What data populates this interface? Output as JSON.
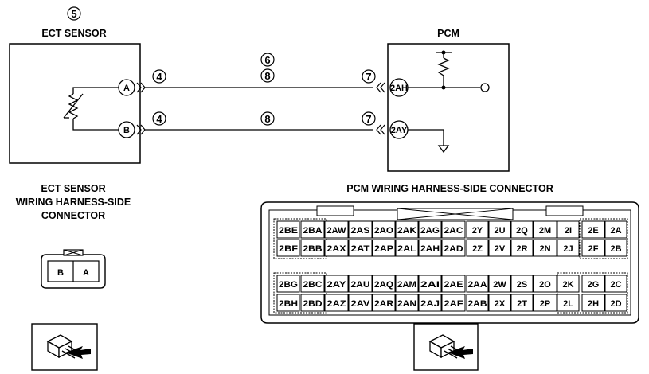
{
  "schematic": {
    "ect_sensor_title": "ECT SENSOR",
    "pcm_title": "PCM",
    "ect_pins": [
      "A",
      "B"
    ],
    "pcm_pins": [
      "2AH",
      "2AY"
    ],
    "markers": {
      "ect_sensor": "5",
      "upper_connector_left": "4",
      "lower_connector_left": "4",
      "upper_wire_top": "6",
      "upper_wire_bottom": "8",
      "lower_wire": "8",
      "upper_connector_right": "7",
      "lower_connector_right": "7"
    }
  },
  "ect_connector": {
    "label_lines": [
      "ECT SENSOR",
      "WIRING HARNESS-SIDE",
      "CONNECTOR"
    ],
    "pins": [
      "B",
      "A"
    ]
  },
  "pcm_connector": {
    "title": "PCM WIRING HARNESS-SIDE CONNECTOR",
    "upper_rows": [
      [
        "2BE",
        "2BA",
        "2AW",
        "2AS",
        "2AO",
        "2AK",
        "2AG",
        "2AC",
        "2Y",
        "2U",
        "2Q",
        "2M",
        "2I",
        "2E",
        "2A"
      ],
      [
        "2BF",
        "2BB",
        "2AX",
        "2AT",
        "2AP",
        "2AL",
        "2AH",
        "2AD",
        "2Z",
        "2V",
        "2R",
        "2N",
        "2J",
        "2F",
        "2B"
      ]
    ],
    "lower_rows": [
      [
        "2BG",
        "2BC",
        "2AY",
        "2AU",
        "2AQ",
        "2AM",
        "2AI",
        "2AE",
        "2AA",
        "2W",
        "2S",
        "2O",
        "2K",
        "2G",
        "2C"
      ],
      [
        "2BH",
        "2BD",
        "2AZ",
        "2AV",
        "2AR",
        "2AN",
        "2AJ",
        "2AF",
        "2AB",
        "2X",
        "2T",
        "2P",
        "2L",
        "2H",
        "2D"
      ]
    ]
  },
  "icons": [
    "probe-insertion-icon",
    "probe-insertion-icon"
  ]
}
